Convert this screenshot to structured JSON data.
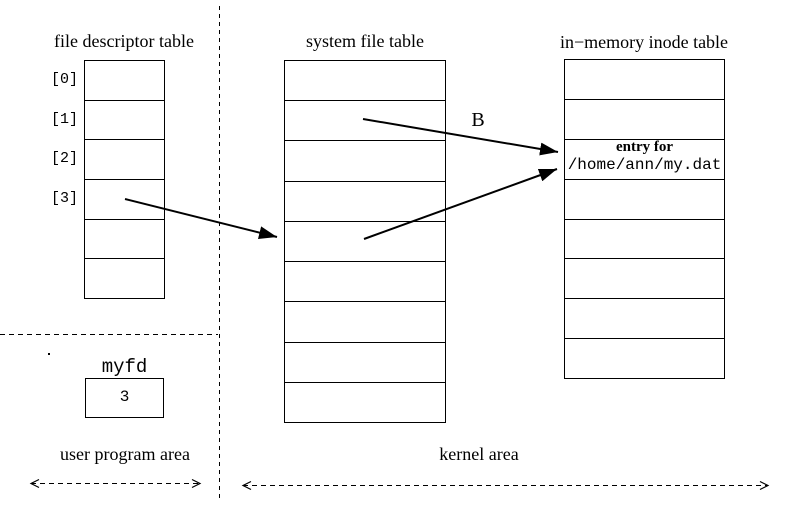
{
  "diagram": {
    "colors": {
      "ink": "#000000",
      "background": "#ffffff"
    },
    "fd_table": {
      "title": "file descriptor table",
      "rows": 6,
      "row_labels": [
        "[0]",
        "[1]",
        "[2]",
        "[3]"
      ]
    },
    "system_file_table": {
      "title": "system file table",
      "rows": 9
    },
    "inode_table": {
      "title": "in−memory inode table",
      "rows": 8,
      "entry_row_index": 2,
      "entry": {
        "line1": "entry for",
        "line2": "/home/ann/my.dat"
      }
    },
    "myfd": {
      "label": "myfd",
      "value": "3"
    },
    "arrows": {
      "b_label": "B"
    },
    "areas": {
      "user": "user program area",
      "kernel": "kernel area"
    }
  }
}
